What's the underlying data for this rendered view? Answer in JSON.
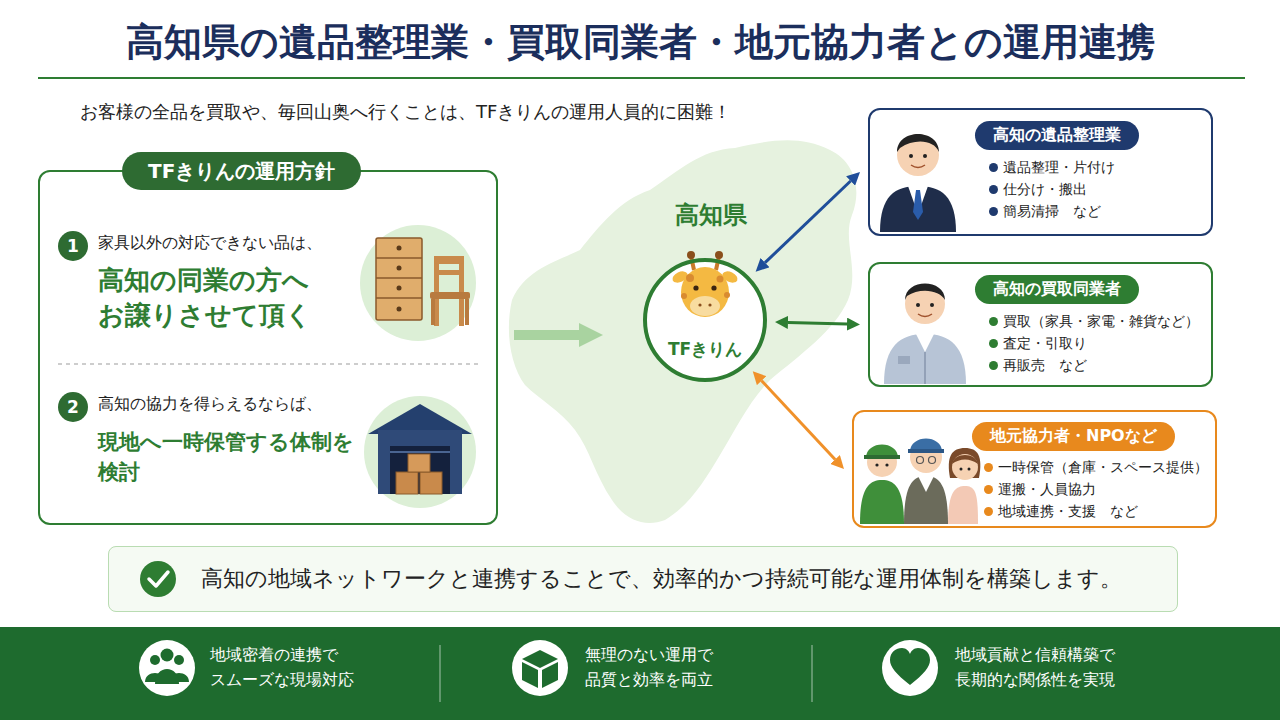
{
  "diagram": {
    "title": "高知県の遺品整理業・買取同業者・地元協力者との運用連携",
    "nodes": [
      {
        "text": [
          "TFきりんの運用方針"
        ]
      },
      {
        "text": [
          "1",
          "家具以外の対応できない品は、",
          "高知の同業の方へ お譲りさせて頂く"
        ],
        "in": 0
      },
      {
        "text": [
          "2",
          "高知の協力を得らえるならば、",
          "現地へ一時保管する体制を 検討"
        ],
        "in": 0
      },
      {
        "text": [
          "高知県"
        ]
      },
      {
        "text": [
          "TFきりん"
        ],
        "in": 3
      },
      {
        "text": [
          "高知の遺品整理業",
          "遺品整理・片付け",
          "仕分け・搬出",
          "簡易清掃　など"
        ]
      },
      {
        "text": [
          "高知の買取同業者",
          "買取（家具・家電・雑貨など）",
          "査定・引取り",
          "再販売　など"
        ]
      },
      {
        "text": [
          "地元協力者・NPOなど",
          "一時保管（倉庫・スペース提供）",
          "運搬・人員協力",
          "地域連携・支援　など"
        ]
      },
      {
        "text": [
          "高知の地域ネットワークと連携することで、効率的かつ持続可能な運用体制を構築します。"
        ]
      },
      {
        "text": []
      },
      {
        "text": [
          "地域密着の連携で スムーズな現場対応"
        ],
        "in": 9
      },
      {
        "text": [
          "無理のない運用で 品質と効率を両立"
        ],
        "in": 9
      },
      {
        "text": [
          "地域貢献と信頼構築で 長期的な関係性を実現"
        ],
        "in": 9
      }
    ],
    "edges": [
      {
        "from": 0,
        "to": 3,
        "arrow": "to"
      },
      {
        "from": 4,
        "to": 5,
        "arrow": "both"
      },
      {
        "from": 4,
        "to": 6,
        "arrow": "both"
      },
      {
        "from": 4,
        "to": 7,
        "arrow": "both"
      }
    ],
    "labels": [
      "お客様の全品を買取や、毎回山奥へ行くことは、TFきりんの運用人員的に困難！"
    ]
  }
}
